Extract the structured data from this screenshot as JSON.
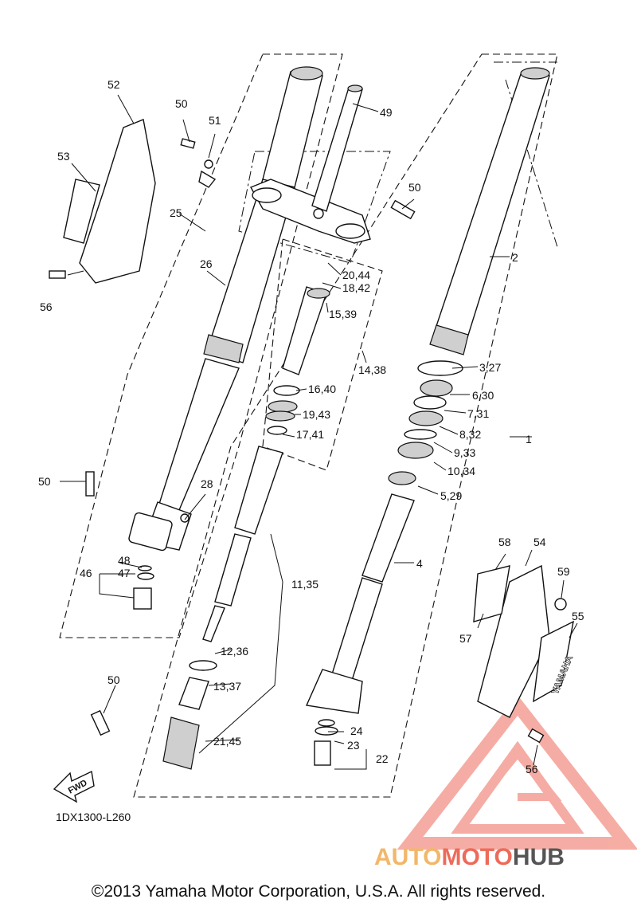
{
  "diagram": {
    "drawing_code": "1DX1300-L260",
    "fwd_label": "FWD",
    "copyright": "©2013 Yamaha Motor Corporation, U.S.A. All rights reserved.",
    "watermark": {
      "part1": "AUTO",
      "part2": "MOTO",
      "part3": "HUB",
      "color1": "#f2b76a",
      "color2": "#ee6a5a",
      "color3": "#555555"
    },
    "callouts": [
      "1",
      "2",
      "3,27",
      "4",
      "5,29",
      "6,30",
      "7,31",
      "8,32",
      "9,33",
      "10,34",
      "11,35",
      "12,36",
      "13,37",
      "14,38",
      "15,39",
      "16,40",
      "17,41",
      "18,42",
      "19,43",
      "20,44",
      "21,45",
      "22",
      "23",
      "24",
      "25",
      "26",
      "28",
      "46",
      "47",
      "48",
      "49",
      "50",
      "50",
      "50",
      "50",
      "51",
      "52",
      "53",
      "54",
      "55",
      "56",
      "56",
      "57",
      "58",
      "59"
    ],
    "decal_text": "YAMAHA"
  }
}
